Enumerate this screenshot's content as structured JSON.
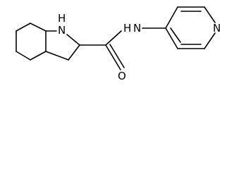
{
  "molecule": {
    "colors": {
      "background": "#ffffff",
      "bond": "#000000",
      "label": "#000000"
    },
    "atoms": {
      "indoline_nh": "H",
      "indoline_n": "N",
      "amide_nh": "H",
      "amide_n": "N",
      "carbonyl_o": "O",
      "pyridine_n": "N"
    }
  }
}
